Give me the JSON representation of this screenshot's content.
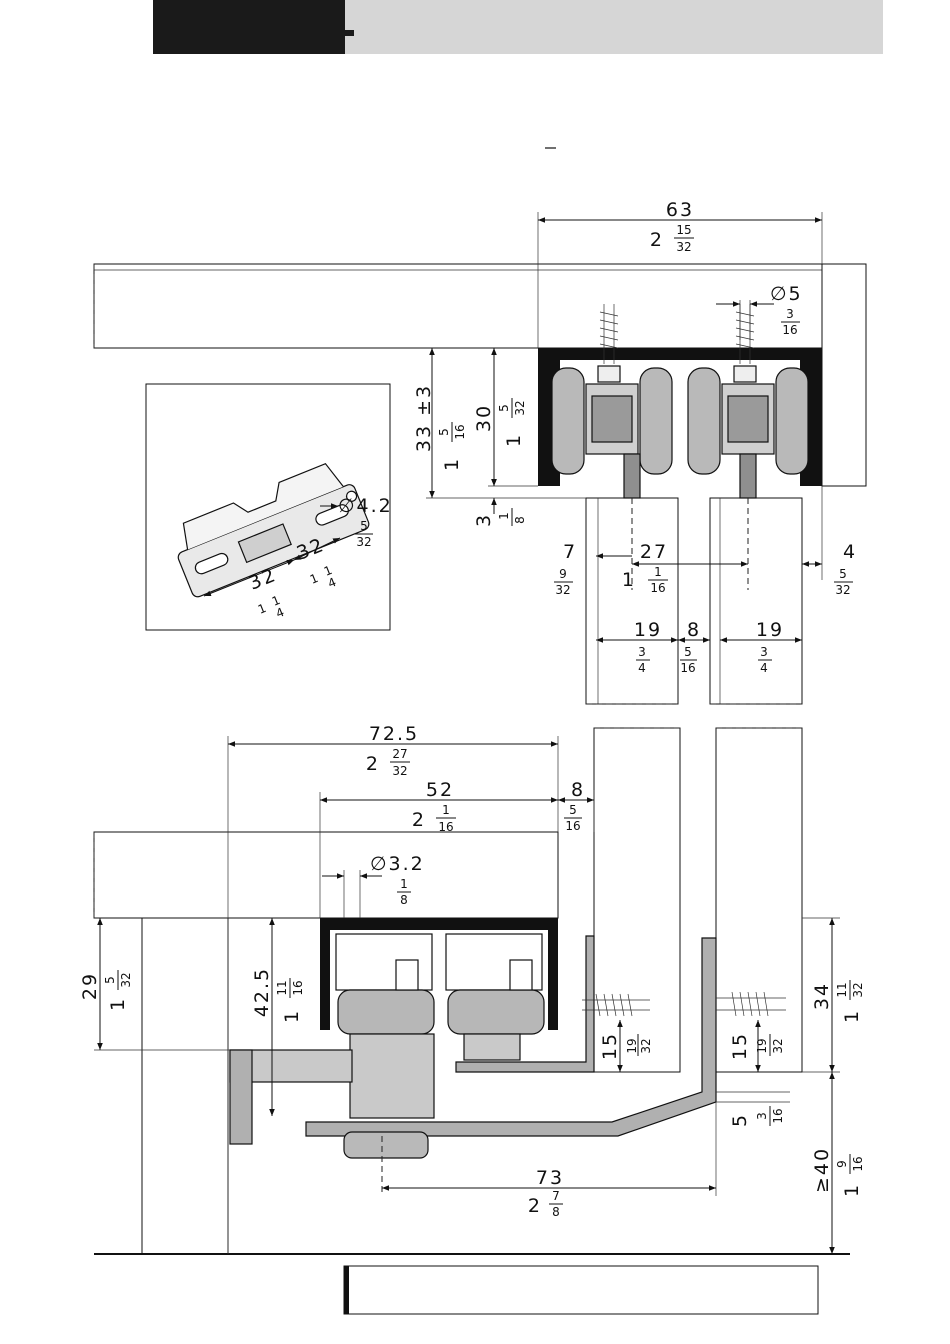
{
  "header": {
    "dark_color": "#1a1a1a",
    "light_color": "#d6d6d6"
  },
  "top_view": {
    "dim_63": "63",
    "dim_63_in_whole": "2",
    "dim_63_in_num": "15",
    "dim_63_in_den": "32",
    "dim_d5": "∅5",
    "dim_d5_in_num": "3",
    "dim_d5_in_den": "16",
    "dim_33": "33 ±3",
    "dim_33_in_whole": "1",
    "dim_33_in_num": "5",
    "dim_33_in_den": "16",
    "dim_30": "30",
    "dim_30_in_whole": "1",
    "dim_30_in_num": "5",
    "dim_30_in_den": "32",
    "dim_3": "3",
    "dim_3_in_num": "1",
    "dim_3_in_den": "8",
    "dim_7": "7",
    "dim_7_in_num": "9",
    "dim_7_in_den": "32",
    "dim_27": "27",
    "dim_27_in_whole": "1",
    "dim_27_in_num": "1",
    "dim_27_in_den": "16",
    "dim_4": "4",
    "dim_4_in_num": "5",
    "dim_4_in_den": "32",
    "dim_19a": "19",
    "dim_19a_in_num": "3",
    "dim_19a_in_den": "4",
    "dim_8": "8",
    "dim_8_in_num": "5",
    "dim_8_in_den": "16",
    "dim_19b": "19",
    "dim_19b_in_num": "3",
    "dim_19b_in_den": "4"
  },
  "inset": {
    "dim_d42": "∅4.2",
    "dim_d42_in_num": "5",
    "dim_d42_in_den": "32",
    "dim_32a": "32",
    "dim_32a_in_whole": "1",
    "dim_32a_in_num": "1",
    "dim_32a_in_den": "4",
    "dim_32b": "32",
    "dim_32b_in_whole": "1",
    "dim_32b_in_num": "1",
    "dim_32b_in_den": "4"
  },
  "bottom_view": {
    "dim_725": "72.5",
    "dim_725_in_whole": "2",
    "dim_725_in_num": "27",
    "dim_725_in_den": "32",
    "dim_52": "52",
    "dim_52_in_whole": "2",
    "dim_52_in_num": "1",
    "dim_52_in_den": "16",
    "dim_8": "8",
    "dim_8_in_num": "5",
    "dim_8_in_den": "16",
    "dim_d32": "∅3.2",
    "dim_d32_in_num": "1",
    "dim_d32_in_den": "8",
    "dim_29": "29",
    "dim_29_in_whole": "1",
    "dim_29_in_num": "5",
    "dim_29_in_den": "32",
    "dim_425": "42.5",
    "dim_425_in_whole": "1",
    "dim_425_in_num": "11",
    "dim_425_in_den": "16",
    "dim_15a": "15",
    "dim_15a_in_num": "19",
    "dim_15a_in_den": "32",
    "dim_15b": "15",
    "dim_15b_in_num": "19",
    "dim_15b_in_den": "32",
    "dim_34": "34",
    "dim_34_in_whole": "1",
    "dim_34_in_num": "11",
    "dim_34_in_den": "32",
    "dim_5": "5",
    "dim_5_in_num": "3",
    "dim_5_in_den": "16",
    "dim_40": "≥40",
    "dim_40_in_whole": "1",
    "dim_40_in_num": "9",
    "dim_40_in_den": "16",
    "dim_73": "73",
    "dim_73_in_whole": "2",
    "dim_73_in_num": "7",
    "dim_73_in_den": "8"
  }
}
